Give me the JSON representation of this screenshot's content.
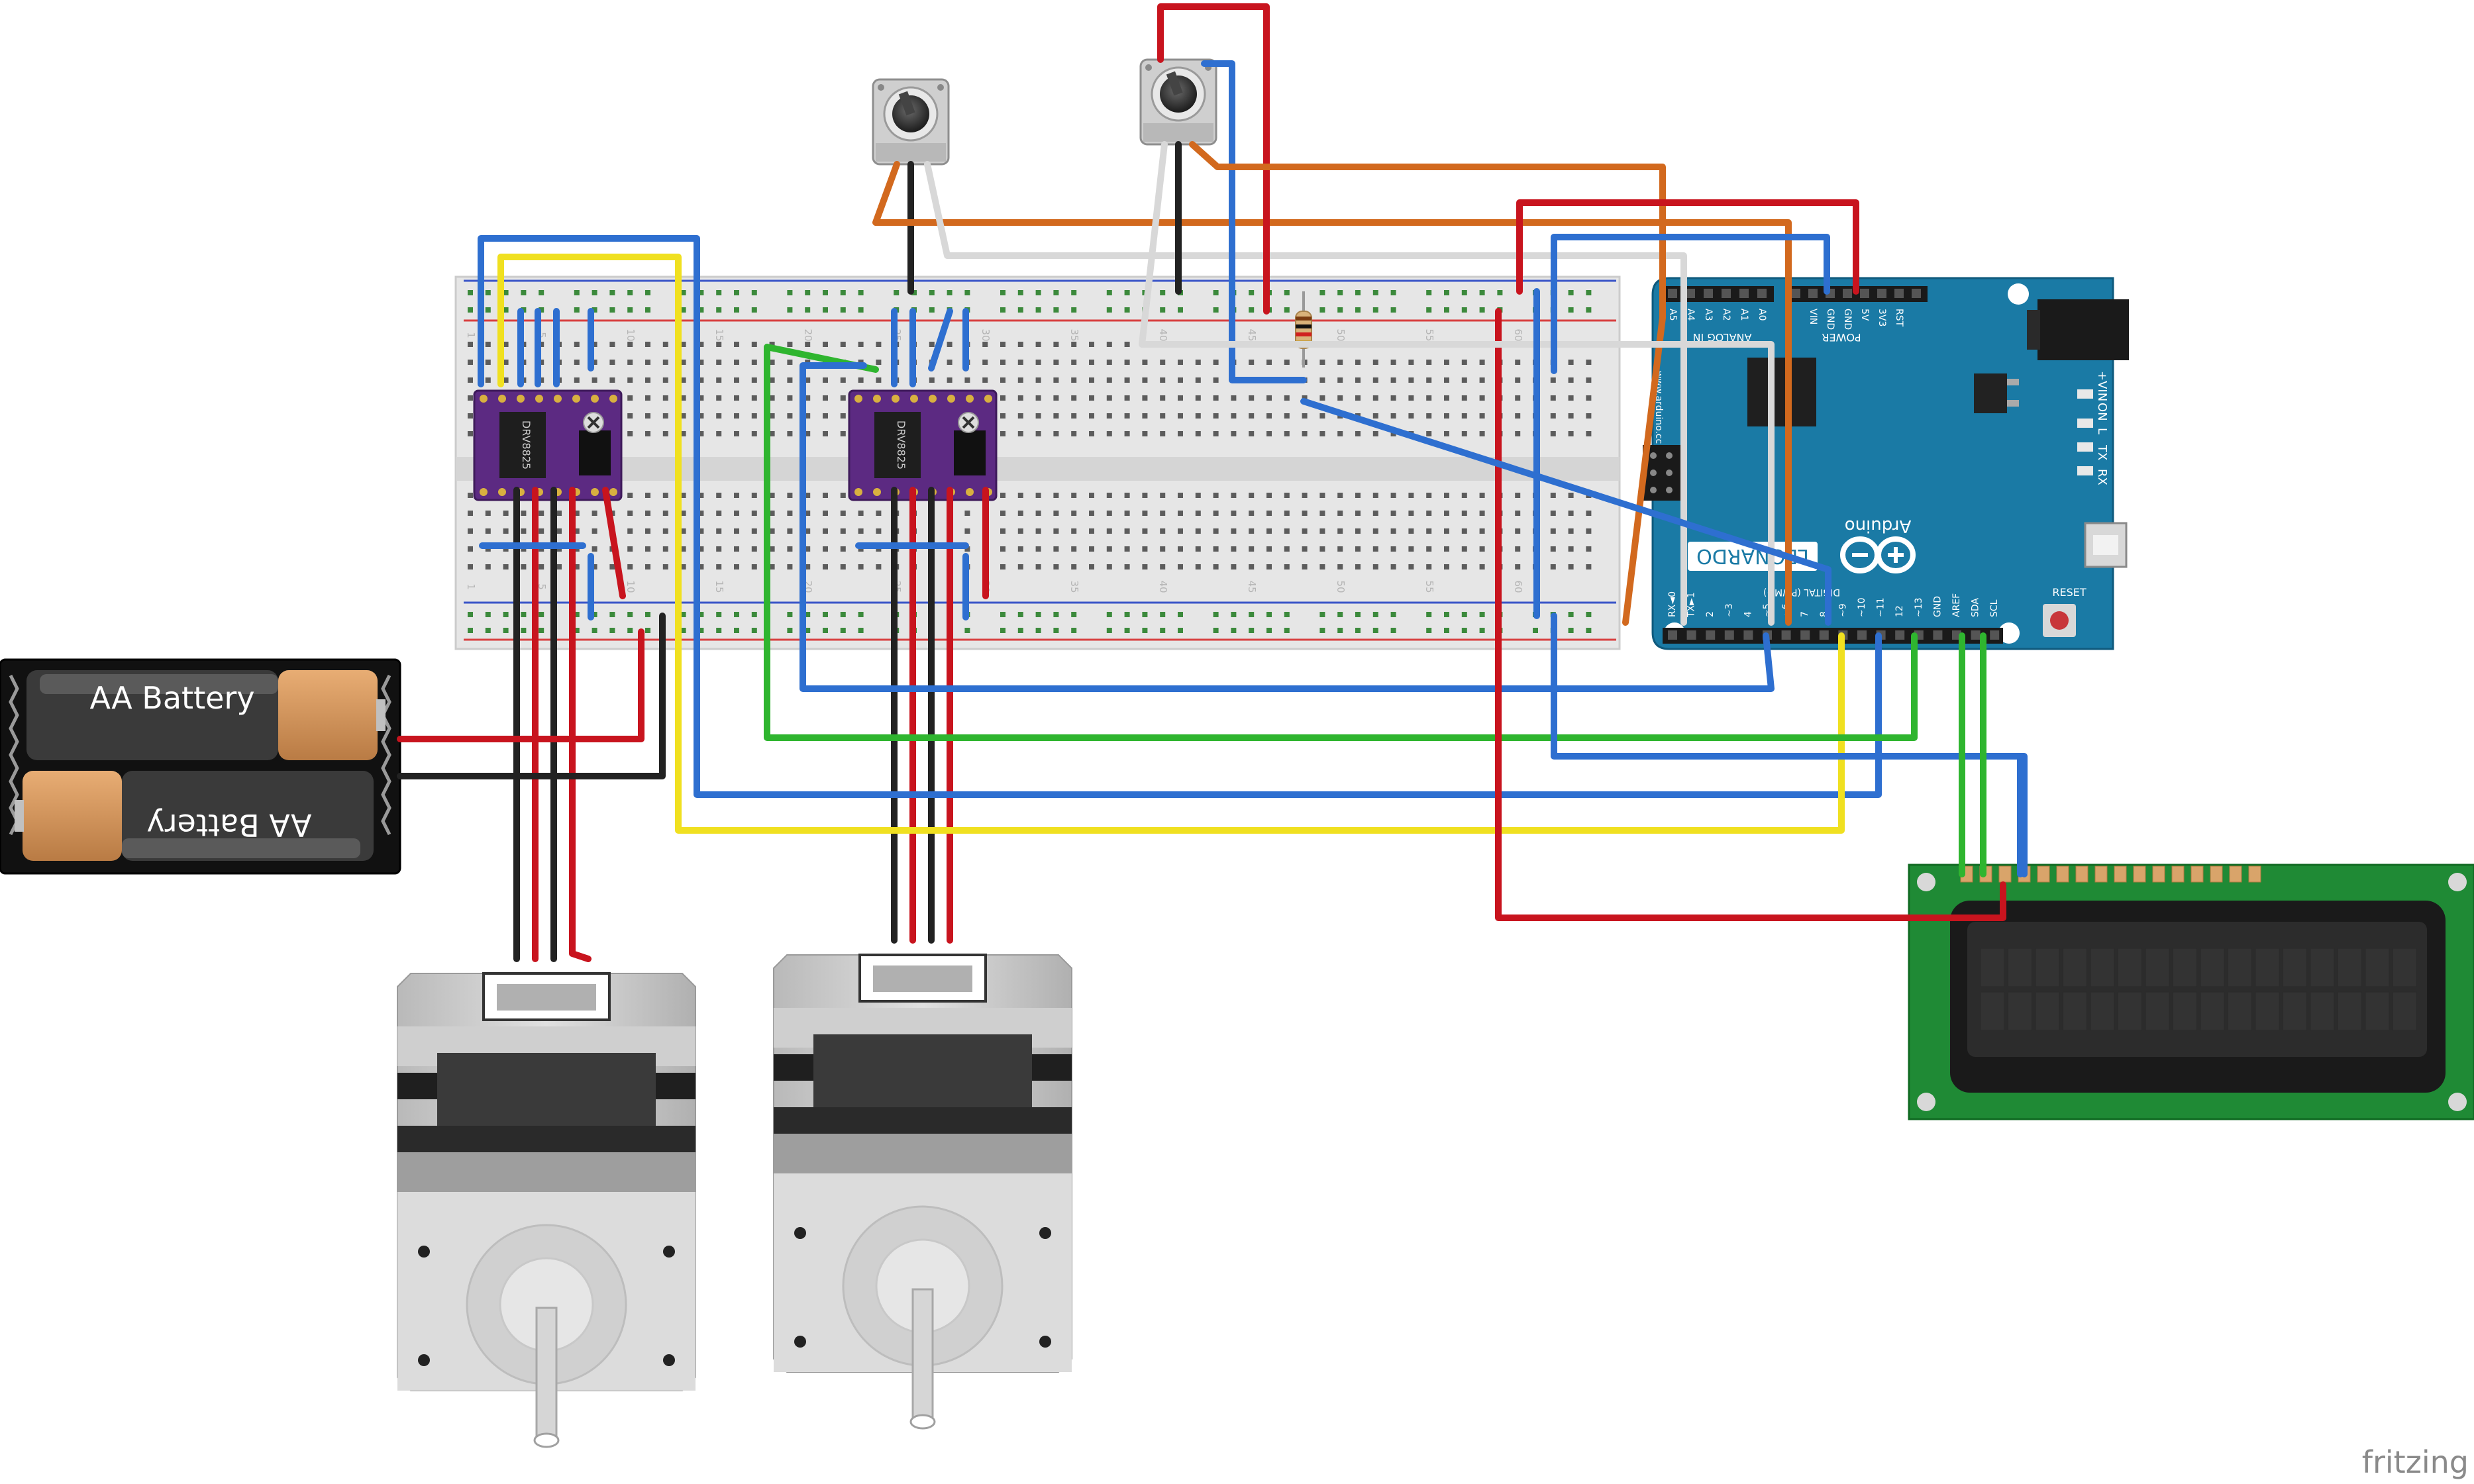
{
  "watermark": "fritzing",
  "battery_pack": {
    "cell_top_label": "AA Battery",
    "cell_bottom_label": "AA Battery"
  },
  "arduino": {
    "brand": "Arduino",
    "model": "LEONARDO",
    "website": "www.arduino.cc",
    "header_power": "POWER",
    "header_analog": "ANALOG IN",
    "header_digital": "DIGITAL (PWM~)",
    "pin_top_analog": [
      "A5",
      "A4",
      "A3",
      "A2",
      "A1",
      "A0"
    ],
    "pin_top_power": [
      "VIN",
      "GND",
      "GND",
      "5V",
      "3V3",
      "RST"
    ],
    "pin_bottom": [
      "RX◄0",
      "TX►1",
      "2",
      "~3",
      "4",
      "~5",
      "~6",
      "7",
      "8",
      "~9",
      "~10",
      "~11",
      "12",
      "~13",
      "GND",
      "AREF",
      "SDA",
      "SCL"
    ],
    "label_vin": "+VIN",
    "label_on": "ON",
    "label_l": "L",
    "label_tx": "TX",
    "label_rx": "RX",
    "label_reset": "RESET"
  },
  "driver": {
    "chip_label": "DRV8825"
  },
  "breadboard": {
    "column_numbers": [
      "1",
      "5",
      "10",
      "15",
      "20",
      "25",
      "30",
      "35",
      "40",
      "45",
      "50",
      "55",
      "60"
    ]
  },
  "colors": {
    "wire_red": "#c8141e",
    "wire_black": "#222222",
    "wire_blue": "#2e6fd0",
    "wire_yellow": "#f0e020",
    "wire_green": "#2fb52f",
    "wire_orange": "#d2691e",
    "wire_white": "#d8d8d8",
    "arduino_board": "#1a7aa5",
    "driver_board": "#5c2a82",
    "lcd_board": "#1f8a35",
    "breadboard": "#e6e6e6"
  }
}
